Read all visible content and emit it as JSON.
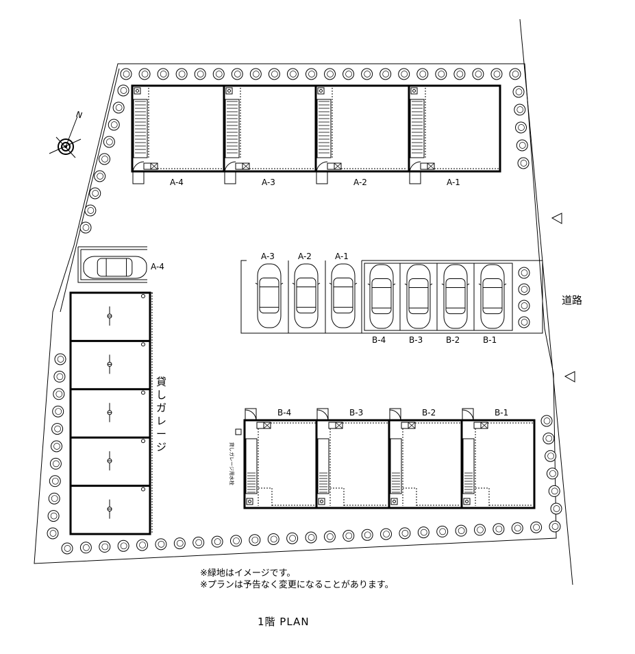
{
  "compass": {
    "label": "N"
  },
  "road_label": "道路",
  "garage_title": [
    "貸",
    "し",
    "ガ",
    "レ",
    "ー",
    "ジ"
  ],
  "garage_tap_label": "貸しガレージ用水栓",
  "building_a_units": [
    "A-4",
    "A-3",
    "A-2",
    "A-1"
  ],
  "building_b_units": [
    "B-4",
    "B-3",
    "B-2",
    "B-1"
  ],
  "parking_a_labels": [
    "A-3",
    "A-2",
    "A-1"
  ],
  "parking_b_labels": [
    "B-4",
    "B-3",
    "B-2",
    "B-1"
  ],
  "parking_a4_label": "A-4",
  "notes": [
    "※緑地はイメージです。",
    "※プランは予告なく変更になることがあります。"
  ],
  "title": "1階 PLAN",
  "colors": {
    "line": "#000000",
    "background": "#ffffff"
  }
}
